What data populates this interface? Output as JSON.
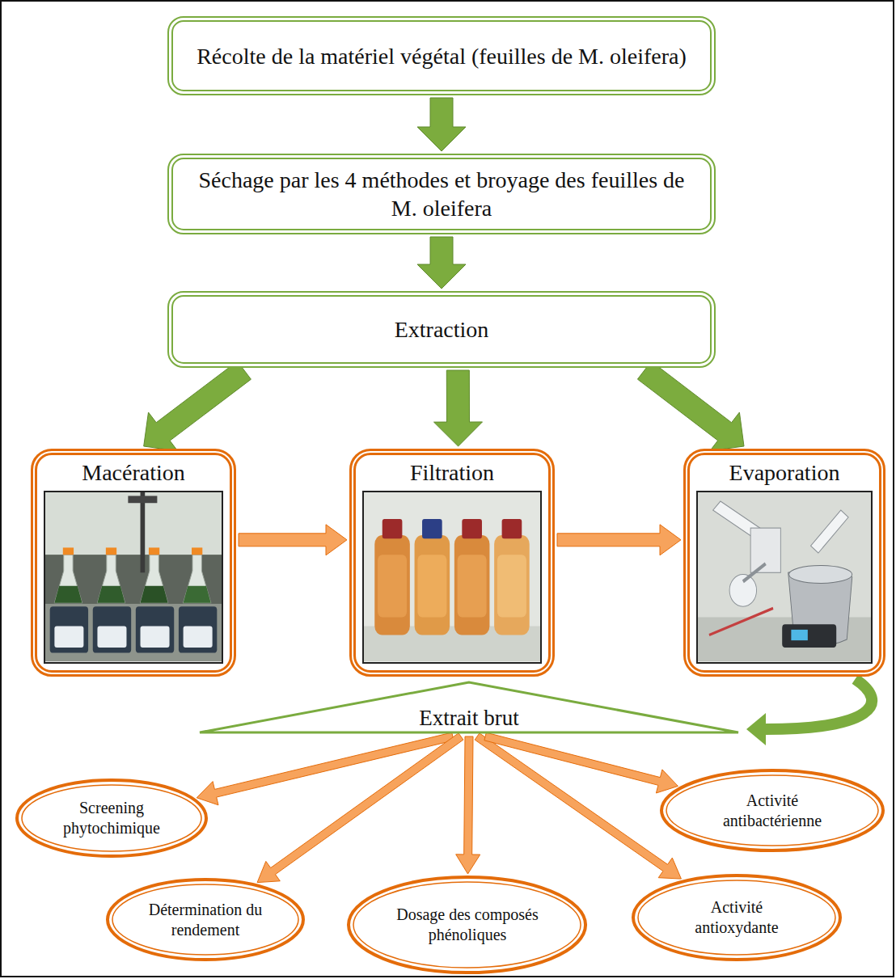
{
  "diagram": {
    "nodes": [
      {
        "text": [
          "Récolte de la matériel végétal (feuilles de M. oleifera)"
        ]
      },
      {
        "text": [
          "Séchage par les 4 méthodes et broyage des feuilles de M. oleifera"
        ]
      },
      {
        "text": [
          "Extraction"
        ]
      },
      {
        "text": [
          "Macération"
        ]
      },
      {
        "text": [
          "Filtration"
        ]
      },
      {
        "text": [
          "Evaporation"
        ]
      },
      {
        "text": [
          "Extrait brut"
        ]
      },
      {
        "text": [
          "Screening phytochimique"
        ]
      },
      {
        "text": [
          "Activité antibactérienne"
        ]
      },
      {
        "text": [
          "Détermination du rendement"
        ]
      },
      {
        "text": [
          "Dosage des composés phénoliques"
        ]
      },
      {
        "text": [
          "Activité antioxydante"
        ]
      }
    ],
    "edges": [
      {
        "from": 0,
        "to": 1,
        "arrow": "to"
      },
      {
        "from": 1,
        "to": 2,
        "arrow": "to"
      },
      {
        "from": 2,
        "to": 3,
        "arrow": "to"
      },
      {
        "from": 2,
        "to": 4,
        "arrow": "to"
      },
      {
        "from": 2,
        "to": 5,
        "arrow": "to"
      },
      {
        "from": 3,
        "to": 4,
        "arrow": "to"
      },
      {
        "from": 4,
        "to": 5,
        "arrow": "to"
      },
      {
        "from": 5,
        "to": 6,
        "arrow": "to"
      },
      {
        "from": 6,
        "to": 7,
        "arrow": "to"
      },
      {
        "from": 6,
        "to": 9,
        "arrow": "to"
      },
      {
        "from": 6,
        "to": 10,
        "arrow": "to"
      },
      {
        "from": 6,
        "to": 11,
        "arrow": "to"
      },
      {
        "from": 6,
        "to": 8,
        "arrow": "to"
      }
    ]
  }
}
